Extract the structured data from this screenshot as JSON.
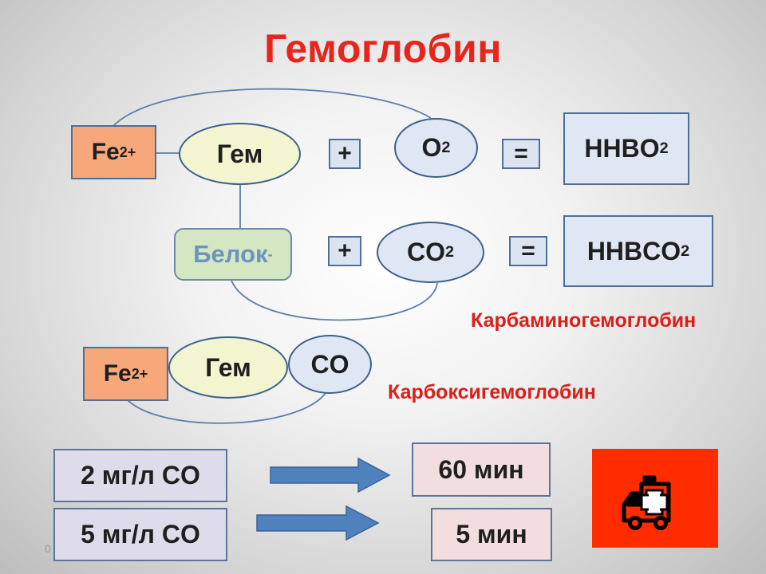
{
  "title": "Гемоглобин",
  "row1": {
    "fe": "Fe",
    "fe_sup": "2+",
    "gem": "Гем",
    "plus": "+",
    "gas": "O",
    "gas_sub": "2",
    "equals": "=",
    "result": "HHBO",
    "result_sub": "2"
  },
  "row2": {
    "protein": "Белок",
    "protein_sup": "-",
    "plus": "+",
    "gas": "CO",
    "gas_sub": "2",
    "equals": "=",
    "result": "HHBCO",
    "result_sub": "2",
    "label": "Карбаминогемоглобин"
  },
  "row3": {
    "fe": "Fe",
    "fe_sup": "2+",
    "gem": "Гем",
    "gas": "CO",
    "label": "Карбоксигемоглобин"
  },
  "doses": [
    {
      "dose": "2 мг/л CO",
      "time": "60 мин"
    },
    {
      "dose": "5 мг/л CO",
      "time": "5 мин"
    }
  ],
  "page_number": "0",
  "colors": {
    "title": "#e8251c",
    "label": "#d81f18",
    "fe_box": "#f6a87a",
    "gem_oval": "#f2f5cf",
    "protein_box": "#d5e7c2",
    "gas_oval": "#dfe6f4",
    "arrow": "#4f81bd",
    "ambulance_bg": "#ff2c00"
  },
  "icons": {
    "ambulance": "ambulance-icon",
    "arrow": "right-arrow-icon"
  }
}
